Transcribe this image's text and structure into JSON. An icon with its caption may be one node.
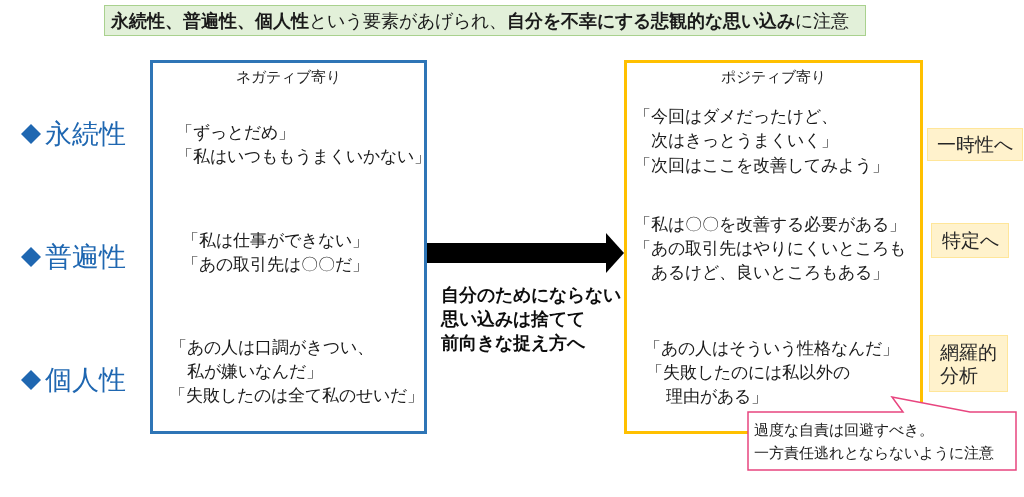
{
  "diagram": {
    "title": "**永続性、普遍性、個人性**という要素があげられ、**自分を不幸にする悲観的な思い込み**に注意",
    "nodes": [
      {
        "text": [
          "ネガティブ寄り",
          "「ずっとだめ」",
          "「私はいつももうまくいかない」",
          "「私は仕事ができない」",
          "「あの取引先は〇〇だ」",
          "「あの人は口調がきつい、私が嫌いなんだ」",
          "「失敗したのは全て私のせいだ」"
        ]
      },
      {
        "text": [
          "ポジティブ寄り",
          "「今回はダメだったけど、次はきっとうまくいく」",
          "「次回はここを改善してみよう」",
          "「私は〇〇を改善する必要がある」",
          "「あの取引先はやりにくいところもあるけど、良いところもある」",
          "「あの人はそういう性格なんだ」",
          "「失敗したのには私以外の理由がある」"
        ]
      },
      {
        "text": [
          "一時性へ"
        ]
      },
      {
        "text": [
          "特定へ"
        ]
      },
      {
        "text": [
          "網羅的分析"
        ]
      },
      {
        "text": [
          "過度な自責は回避すべき。",
          "一方責任逃れとならないように注意"
        ]
      }
    ],
    "edges": [
      {
        "from": 0,
        "to": 1,
        "arrow": "to",
        "label": "自分のためにならない思い込みは捨てて前向きな捉え方へ"
      }
    ],
    "labels": [
      "永続性",
      "普遍性",
      "個人性"
    ]
  }
}
